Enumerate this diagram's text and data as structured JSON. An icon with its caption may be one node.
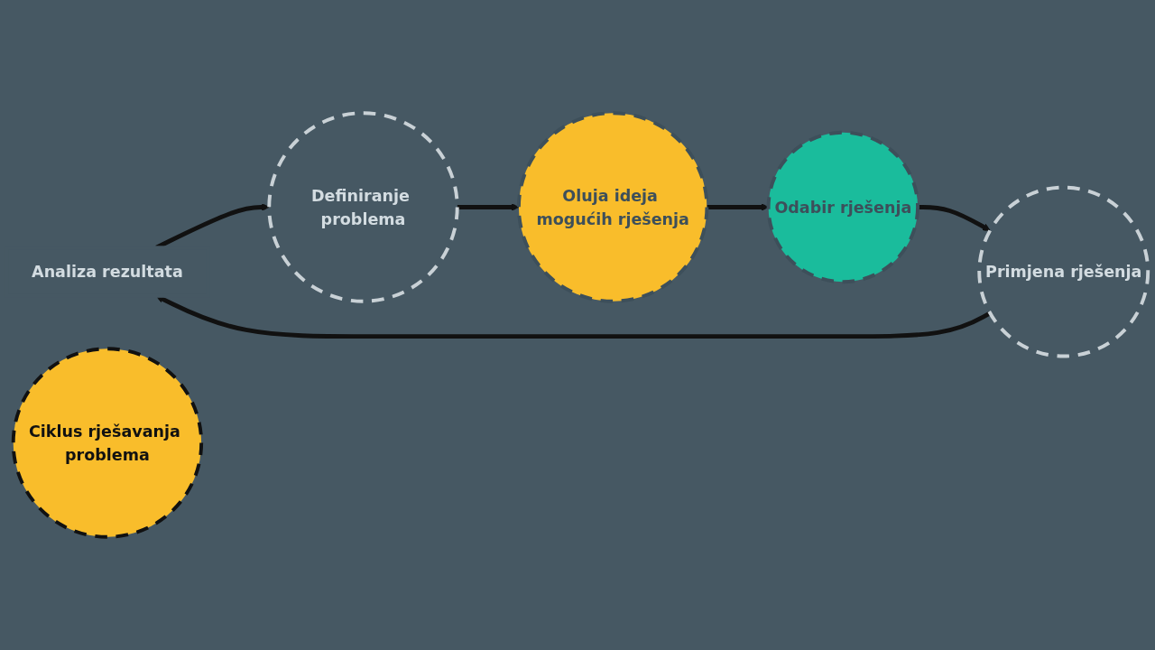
{
  "diagram": {
    "nodes": [
      {
        "text": [
          "Analiza rezultata"
        ]
      },
      {
        "text": [
          "Definiranje problema"
        ]
      },
      {
        "text": [
          "Ciklus rješavanja problema"
        ]
      },
      {
        "text": [
          "Primjena rješenja"
        ]
      },
      {
        "text": [
          "Oluja ideja mogućih rješenja"
        ]
      },
      {
        "text": [
          "Odabir rješenja"
        ]
      }
    ],
    "edges": [
      {
        "from": 0,
        "to": 1,
        "arrow": "to"
      },
      {
        "from": 1,
        "to": 4,
        "arrow": "to"
      },
      {
        "from": 4,
        "to": 5,
        "arrow": "to"
      },
      {
        "from": 5,
        "to": 3,
        "arrow": "to"
      },
      {
        "from": 3,
        "to": 0,
        "arrow": "to"
      }
    ]
  }
}
